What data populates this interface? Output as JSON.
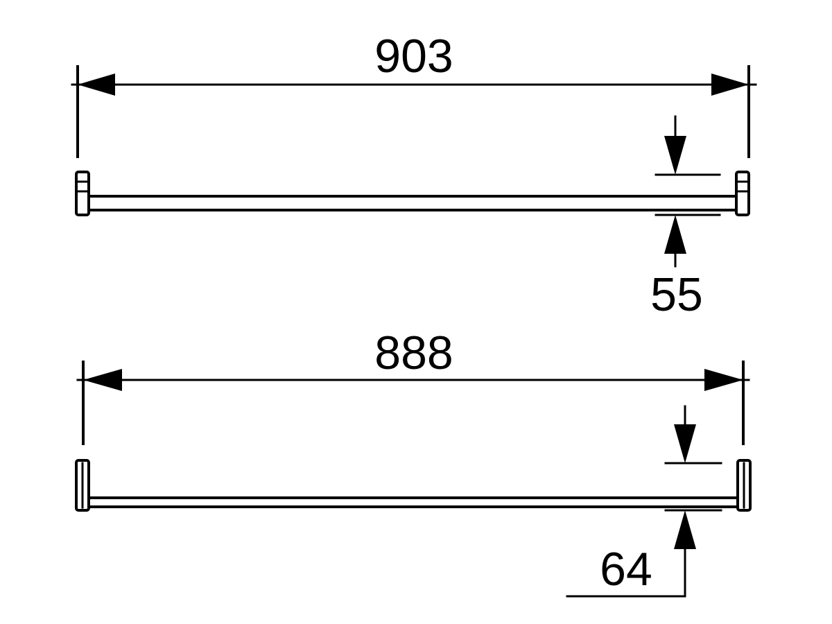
{
  "drawing": {
    "ink_color": "#000000",
    "background_color": "#ffffff"
  },
  "views": [
    {
      "id": "upper",
      "overall_length": "903",
      "projection": "55"
    },
    {
      "id": "lower",
      "overall_length": "888",
      "projection": "64"
    }
  ]
}
